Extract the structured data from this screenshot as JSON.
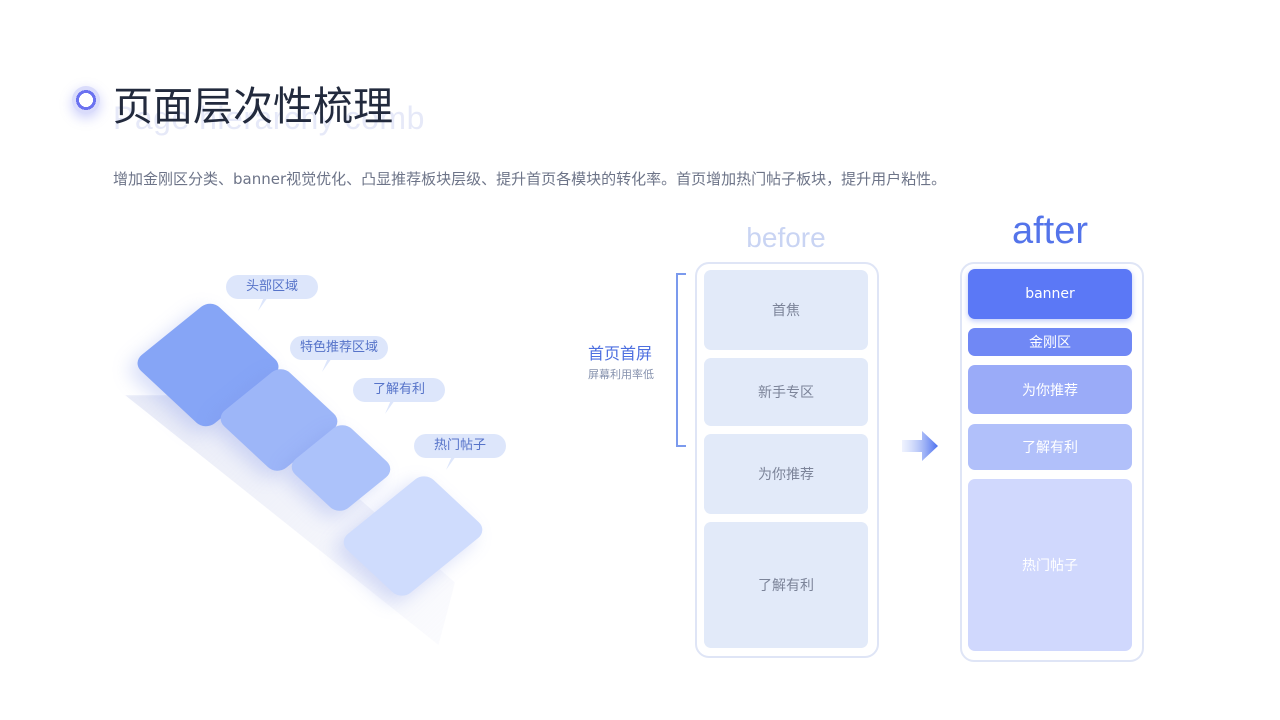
{
  "header": {
    "title": "页面层次性梳理",
    "subtitle": "Page hierarchy comb",
    "description": "增加金刚区分类、banner视觉优化、凸显推荐板块层级、提升首页各模块的转化率。首页增加热门帖子板块，提升用户粘性。"
  },
  "illustration": {
    "labels": [
      "头部区域",
      "特色推荐区域",
      "了解有利",
      "热门帖子"
    ]
  },
  "first_screen": {
    "title": "首页首屏",
    "subtitle": "屏幕利用率低"
  },
  "before": {
    "label": "before",
    "blocks": [
      "首焦",
      "新手专区",
      "为你推荐",
      "了解有利"
    ]
  },
  "after": {
    "label": "after",
    "blocks": [
      "banner",
      "金刚区",
      "为你推荐",
      "了解有利",
      "热门帖子"
    ]
  },
  "colors": {
    "accent": "#5474ea",
    "before_block": "#e2eaf9",
    "after_banner": "#5b78f6"
  },
  "icons": {
    "title_marker": "ring-dot-icon",
    "transition": "arrow-right-icon"
  }
}
